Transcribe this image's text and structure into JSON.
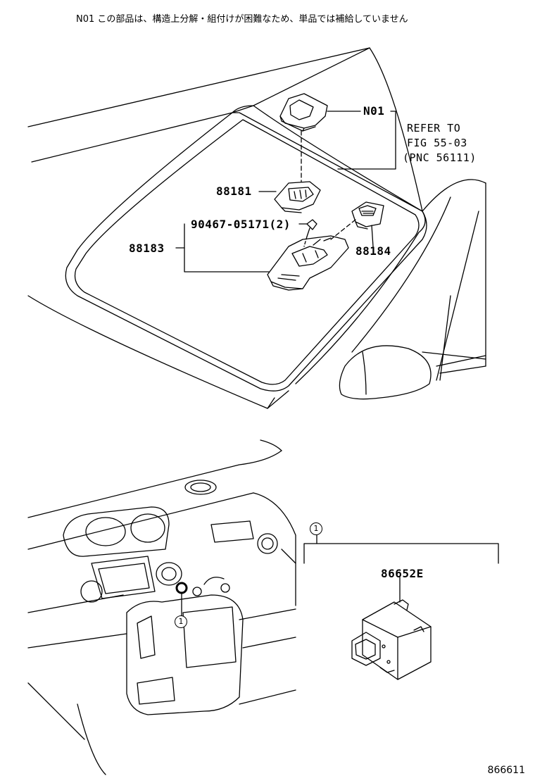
{
  "note": "N01 この部品は、構造上分解・組付けが困難なため、単品では補給していません",
  "labels": {
    "n01": "N01",
    "p88181": "88181",
    "p90467": "90467-05171(2)",
    "p88183": "88183",
    "p88184": "88184",
    "p86652e": "86652E"
  },
  "refer": {
    "line1": "REFER TO",
    "line2": "FIG 55-03",
    "line3": "(PNC 56111)"
  },
  "callout": "1",
  "figure_id": "866611"
}
